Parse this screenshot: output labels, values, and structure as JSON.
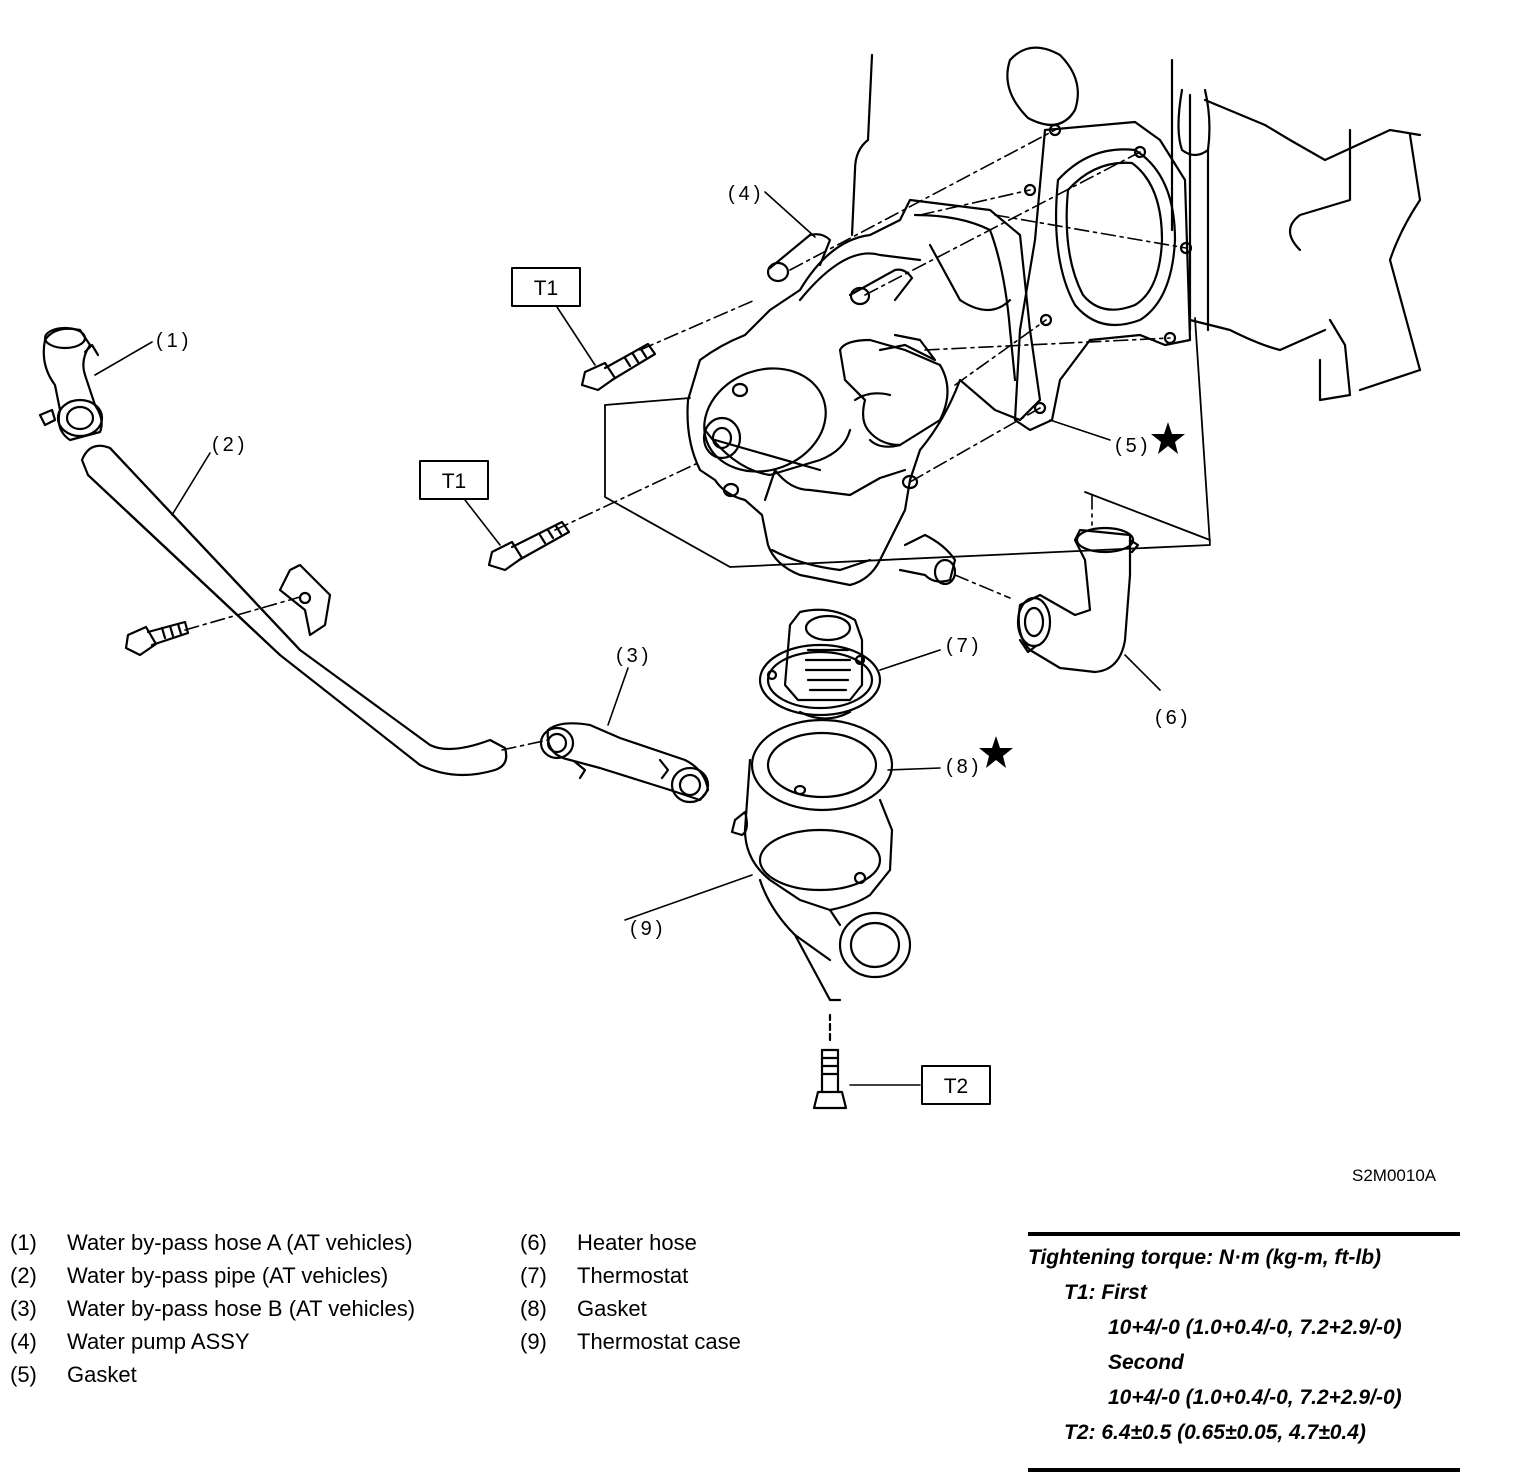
{
  "callouts": {
    "c1": "(1)",
    "c2": "(2)",
    "c3": "(3)",
    "c4": "(4)",
    "c5": "(5)",
    "c6": "(6)",
    "c7": "(7)",
    "c8": "(8)",
    "c9": "(9)"
  },
  "torque_tags": {
    "t1a": "T1",
    "t1b": "T1",
    "t2": "T2"
  },
  "figure_code": "S2M0010A",
  "legend_left": [
    {
      "num": "(1)",
      "text": "Water by-pass hose A (AT vehicles)"
    },
    {
      "num": "(2)",
      "text": "Water by-pass pipe (AT vehicles)"
    },
    {
      "num": "(3)",
      "text": "Water by-pass hose B (AT vehicles)"
    },
    {
      "num": "(4)",
      "text": "Water pump ASSY"
    },
    {
      "num": "(5)",
      "text": "Gasket"
    }
  ],
  "legend_right": [
    {
      "num": "(6)",
      "text": "Heater hose"
    },
    {
      "num": "(7)",
      "text": "Thermostat"
    },
    {
      "num": "(8)",
      "text": "Gasket"
    },
    {
      "num": "(9)",
      "text": "Thermostat case"
    }
  ],
  "torque": {
    "heading": "Tightening torque: N·m (kg-m, ft-lb)",
    "t1_first_label": "T1: First",
    "t1_first_value": "10+4/-0 (1.0+0.4/-0, 7.2+2.9/-0)",
    "t1_second_label": "Second",
    "t1_second_value": "10+4/-0 (1.0+0.4/-0, 7.2+2.9/-0)",
    "t2_line": "T2: 6.4±0.5 (0.65±0.05, 4.7±0.4)"
  }
}
